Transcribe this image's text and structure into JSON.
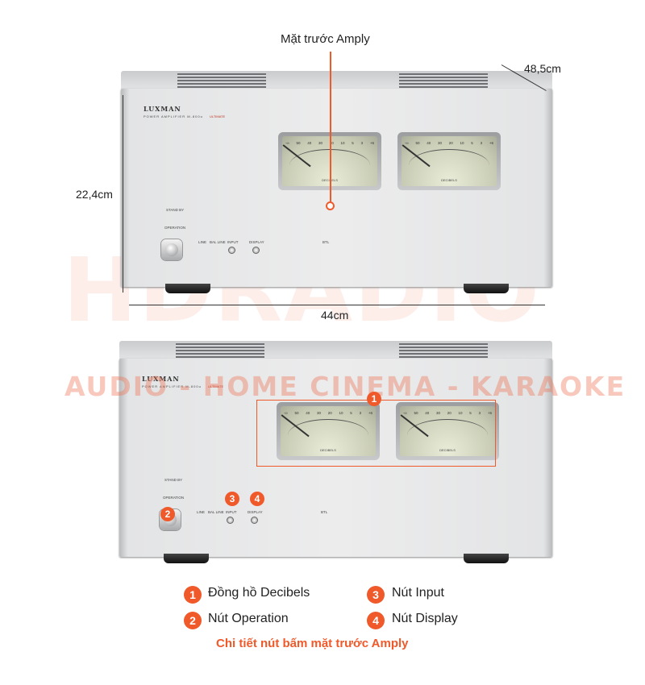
{
  "title": "Mặt trước Amply",
  "dimensions": {
    "depth": "48,5cm",
    "height": "22,4cm",
    "width": "44cm"
  },
  "watermark": {
    "logo": "HDRADIO",
    "tagline": "AUDIO - HOME CINEMA - KARAOKE"
  },
  "amp": {
    "brand": "LUXMAN",
    "model": "POWER AMPLIFIER  M-800u",
    "edition": "ULTIMATE",
    "meter_scale": [
      "-∞",
      "50",
      "40",
      "30",
      "20",
      "10",
      "5",
      "3",
      "+6"
    ],
    "meter_label": "DECIBELS",
    "standby": "STAND BY",
    "operation": "OPERATION",
    "line": "LINE",
    "bal_line": "BAL LINE",
    "input": "INPUT",
    "display": "DISPLAY",
    "btl": "BTL"
  },
  "callouts": [
    "1",
    "2",
    "3",
    "4"
  ],
  "legend": [
    {
      "num": "1",
      "label": "Đồng hồ Decibels"
    },
    {
      "num": "2",
      "label": "Nút Operation"
    },
    {
      "num": "3",
      "label": "Nút Input"
    },
    {
      "num": "4",
      "label": "Nút Display"
    }
  ],
  "caption": "Chi tiết nút bấm mặt trước Amply",
  "colors": {
    "accent": "#f0592a"
  }
}
